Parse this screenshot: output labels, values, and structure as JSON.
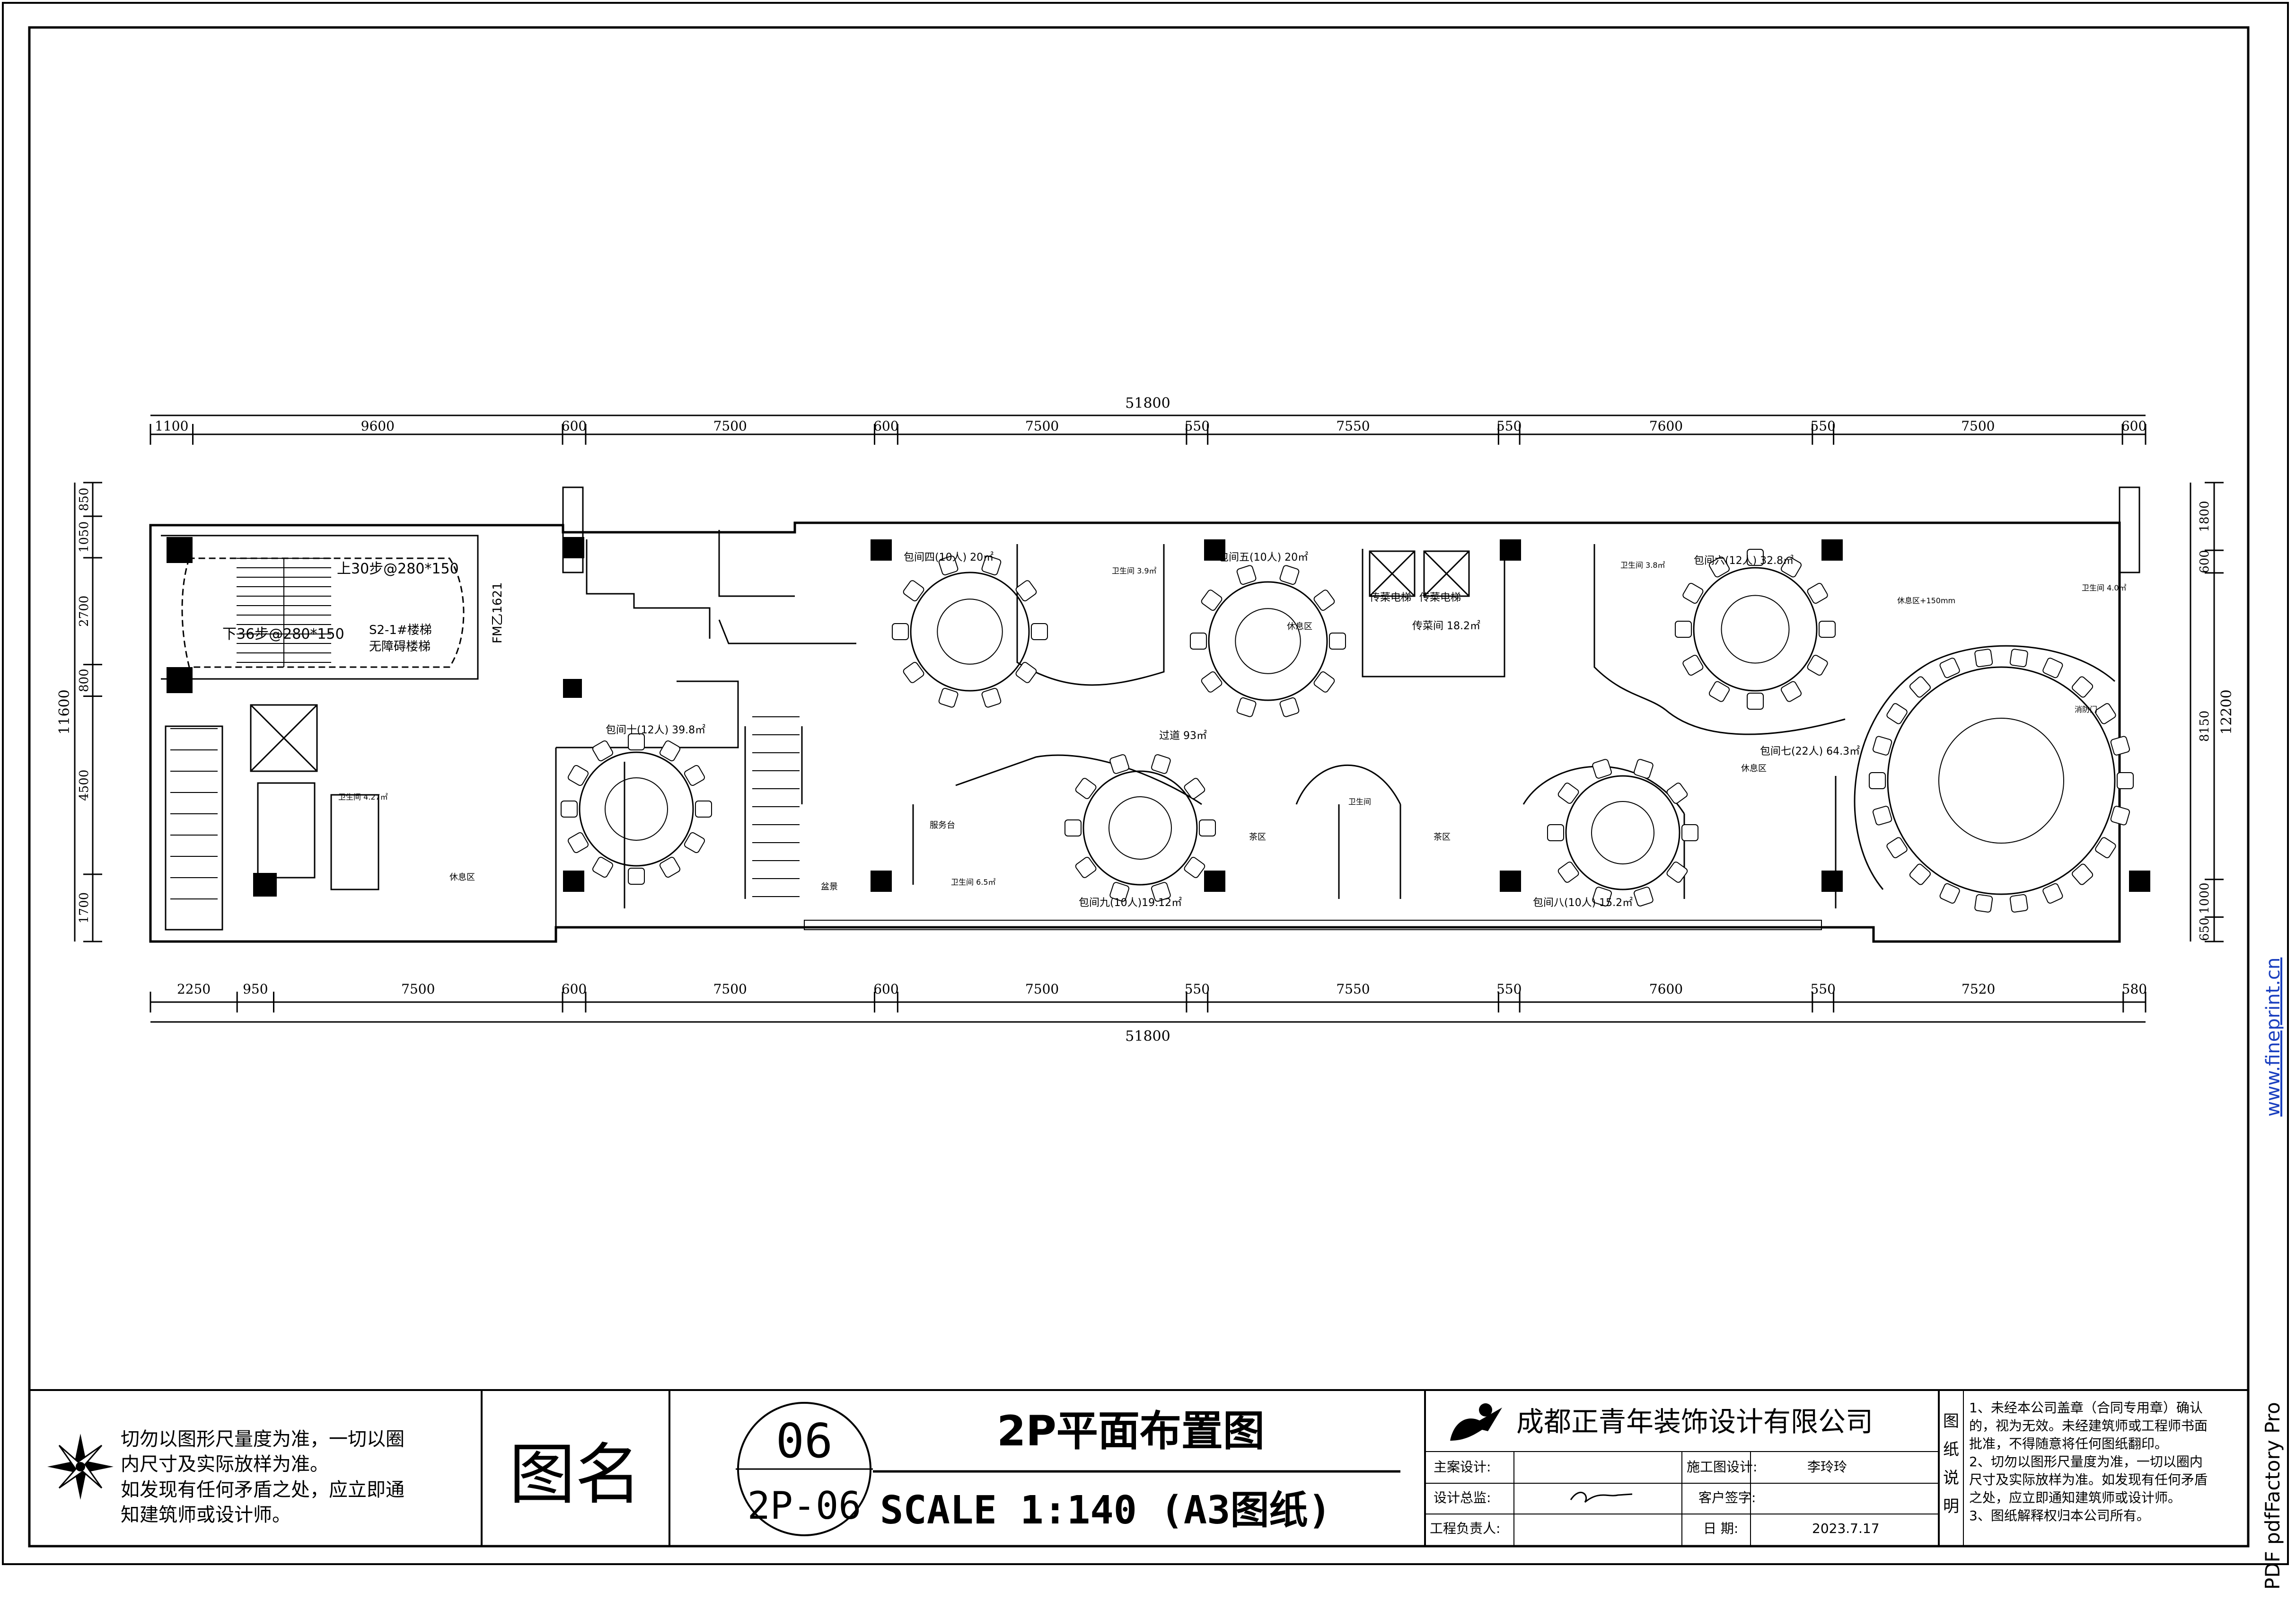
{
  "dims": {
    "top_total": "51800",
    "top": [
      "1100",
      "9600",
      "600",
      "7500",
      "600",
      "7500",
      "550",
      "7550",
      "550",
      "7600",
      "550",
      "7500",
      "600"
    ],
    "bottom_total": "51800",
    "bottom": [
      "2250",
      "950",
      "7500",
      "600",
      "7500",
      "600",
      "7500",
      "550",
      "7550",
      "550",
      "7600",
      "550",
      "7520",
      "580"
    ],
    "left": [
      "850",
      "1050",
      "2700",
      "800",
      "4500",
      "1700"
    ],
    "left_total": "11600",
    "right": [
      "1800",
      "600",
      "8150",
      "1000",
      "650"
    ],
    "right_total": "12200"
  },
  "stairs": {
    "up": "上30步@280*150",
    "down": "下36步@280*150",
    "label1": "S2-1#楼梯",
    "label2": "无障碍楼梯",
    "door": "FM乙1621"
  },
  "rooms": {
    "r4": "包间四(10人) 20㎡",
    "r5": "包间五(10人) 20㎡",
    "r6": "包间六(12人) 32.8㎡",
    "r7": "包间七(22人) 64.3㎡",
    "r8": "包间八(10人) 15.2㎡",
    "r9": "包间九(10人)19.12㎡",
    "r10": "包间十(12人) 39.8㎡",
    "corridor": "过道 93㎡",
    "pantry": "传菜间 18.2㎡",
    "lift1": "传菜电梯",
    "lift2": "传菜电梯",
    "wc1": "卫生间 3.9㎡",
    "wc2": "卫生间 3.8㎡",
    "wc3": "卫生间 4.0㎡",
    "wc4": "卫生间 6.5㎡",
    "wc5": "卫生间",
    "wc6": "卫生间 4.27㎡",
    "rest1": "休息区",
    "rest2": "休息区",
    "rest3": "休息区",
    "rest4": "休息区+150mm",
    "tea1": "茶区",
    "tea2": "茶区",
    "service": "服务台",
    "bonsai": "盆景",
    "fire_door": "消防门"
  },
  "note": {
    "line1": "切勿以图形尺量度为准，一切以圈",
    "line2": "内尺寸及实际放样为准。",
    "line3": "如发现有任何矛盾之处，应立即通",
    "line4": "知建筑师或设计师。"
  },
  "title_block": {
    "name_label": "图名",
    "number": "06",
    "sheet_code": "2P-06",
    "drawing_title": "2P平面布置图",
    "scale": "SCALE 1:140 (A3图纸)",
    "company": "成都正青年装饰设计有限公司",
    "main_design_label": "主案设计:",
    "construction_design_label": "施工图设计:",
    "construction_designer": "李玲玲",
    "design_director_label": "设计总监:",
    "client_sign_label": "客户签字:",
    "project_lead_label": "工程负责人:",
    "date_label": "日  期:",
    "date": "2023.7.17",
    "notes_label": [
      "图",
      "纸",
      "说",
      "明"
    ],
    "notes": [
      "1、未经本公司盖章（合同专用章）确认",
      "的，视为无效。未经建筑师或工程师书面",
      "批准，不得随意将任何图纸翻印。",
      "2、切勿以图形尺量度为准，一切以圈内",
      "尺寸及实际放样为准。如发现有任何矛盾",
      "之处，应立即通知建筑师或设计师。",
      "3、图纸解释权归本公司所有。"
    ]
  },
  "watermark": {
    "url": "www.fineprint.cn",
    "product": "PDF pdfFactory Pro"
  }
}
